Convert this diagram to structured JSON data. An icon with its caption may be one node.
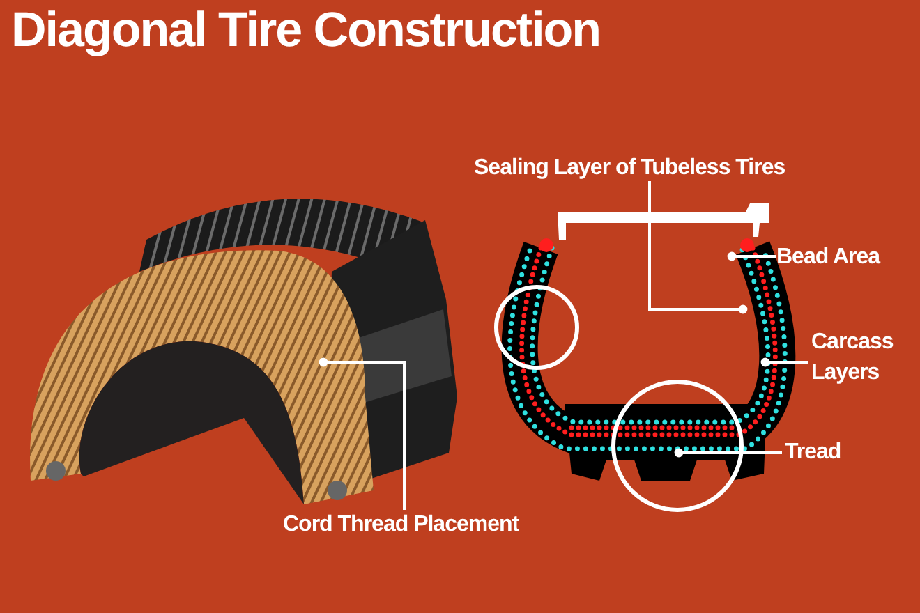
{
  "diagram": {
    "title": "Diagonal Tire Construction",
    "nodes": [
      {
        "text": [
          "Cord Thread Placement"
        ]
      },
      {
        "text": [
          "Sealing Layer of Tubeless Tires"
        ]
      },
      {
        "text": [
          "Bead Area"
        ]
      },
      {
        "text": [
          "Carcass Layers"
        ]
      },
      {
        "text": [
          "Tread"
        ]
      }
    ],
    "edges": [
      {
        "from": 0,
        "to": null,
        "arrow": "other"
      },
      {
        "from": 1,
        "to": null,
        "arrow": "other"
      },
      {
        "from": 2,
        "to": null,
        "arrow": "other"
      },
      {
        "from": 3,
        "to": null,
        "arrow": "other"
      },
      {
        "from": 4,
        "to": null,
        "arrow": "other"
      }
    ]
  }
}
